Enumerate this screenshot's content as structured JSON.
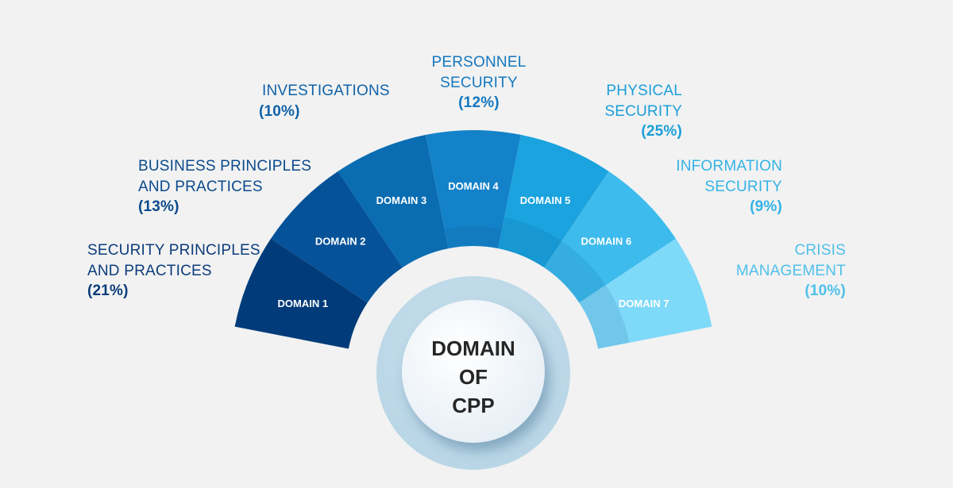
{
  "center": {
    "lines": [
      "DOMAIN",
      "OF",
      "CPP"
    ]
  },
  "domains": [
    {
      "name": "DOMAIN 1",
      "title": [
        "SECURITY PRINCIPLES",
        "AND PRACTICES"
      ],
      "percent": "(21%)",
      "color": "#023b79",
      "label_color": "#0b3c7c"
    },
    {
      "name": "DOMAIN 2",
      "title": [
        "BUSINESS PRINCIPLES",
        "AND PRACTICES"
      ],
      "percent": "(13%)",
      "color": "#055299",
      "label_color": "#0b4a8c"
    },
    {
      "name": "DOMAIN 3",
      "title": [
        "INVESTIGATIONS"
      ],
      "percent": "(10%)",
      "color": "#0a6db2",
      "label_color": "#0f62a8"
    },
    {
      "name": "DOMAIN 4",
      "title": [
        "PERSONNEL",
        "SECURITY"
      ],
      "percent": "(12%)",
      "color": "#1482c9",
      "label_color": "#1577bf"
    },
    {
      "name": "DOMAIN 5",
      "title": [
        "PHYSICAL",
        "SECURITY"
      ],
      "percent": "(25%)",
      "color": "#1aa3de",
      "label_color": "#1a9fd9"
    },
    {
      "name": "DOMAIN 6",
      "title": [
        "INFORMATION",
        "SECURITY"
      ],
      "percent": "(9%)",
      "color": "#3dbbec",
      "label_color": "#34b3e6"
    },
    {
      "name": "DOMAIN 7",
      "title": [
        "CRISIS",
        "MANAGEMENT"
      ],
      "percent": "(10%)",
      "color": "#7fd9f9",
      "label_color": "#4fc0ea"
    }
  ]
}
